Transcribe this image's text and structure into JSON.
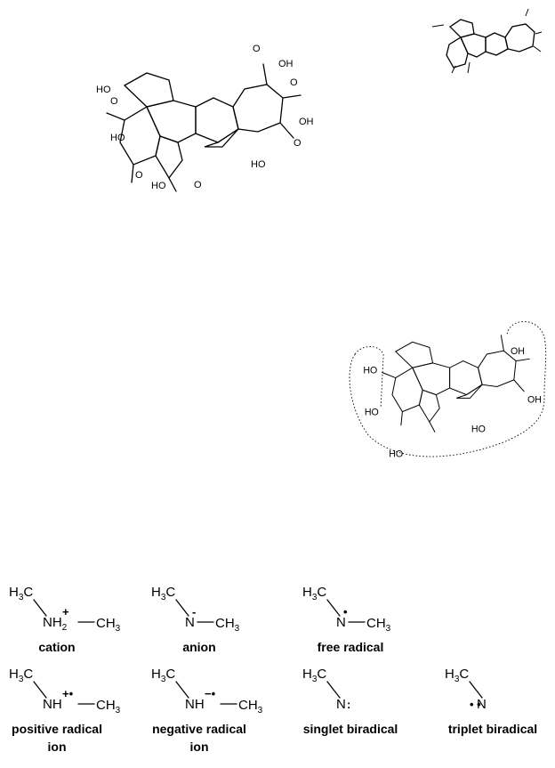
{
  "molecule": {
    "acid_label": "HO",
    "acid_label_right": "OH",
    "oxygen": "O"
  },
  "nitrogen_species": [
    {
      "id": "cation",
      "name": "cation",
      "left": "H3C",
      "center": "NH2",
      "charge": "+",
      "right": "CH3"
    },
    {
      "id": "anion",
      "name": "anion",
      "left": "H3C",
      "center": "N",
      "charge": "-",
      "right": "CH3"
    },
    {
      "id": "free-radical",
      "name": "free radical",
      "left": "H3C",
      "center": "N",
      "charge": "•",
      "right": "CH3"
    },
    {
      "id": "positive-radical-ion",
      "name": "positive radical ion",
      "left": "H3C",
      "center": "NH",
      "charge": "+•",
      "right": "CH3"
    },
    {
      "id": "negative-radical-ion",
      "name": "negative radical ion",
      "left": "H3C",
      "center": "NH",
      "charge": "−•",
      "right": "CH3"
    },
    {
      "id": "singlet-biradical",
      "name": "singlet biradical",
      "left": "H3C",
      "center": "N",
      "charge": ":",
      "right": ""
    },
    {
      "id": "triplet-biradical",
      "name": "triplet biradical",
      "left": "H3C",
      "center": "N",
      "charge": "•  •",
      "right": ""
    }
  ]
}
